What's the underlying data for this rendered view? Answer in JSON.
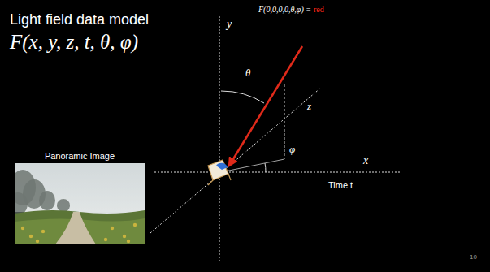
{
  "diagram": {
    "title": "Light field data model",
    "nodes": [
      {
        "text": [
          "Panoramic Image"
        ]
      }
    ],
    "labels": [
      "F(x, y, z, t, θ, φ)",
      "y",
      "F(0,0,0,0,θ,φ) =",
      "red",
      "θ",
      "z",
      "φ",
      "x",
      "Time t",
      "10"
    ]
  }
}
